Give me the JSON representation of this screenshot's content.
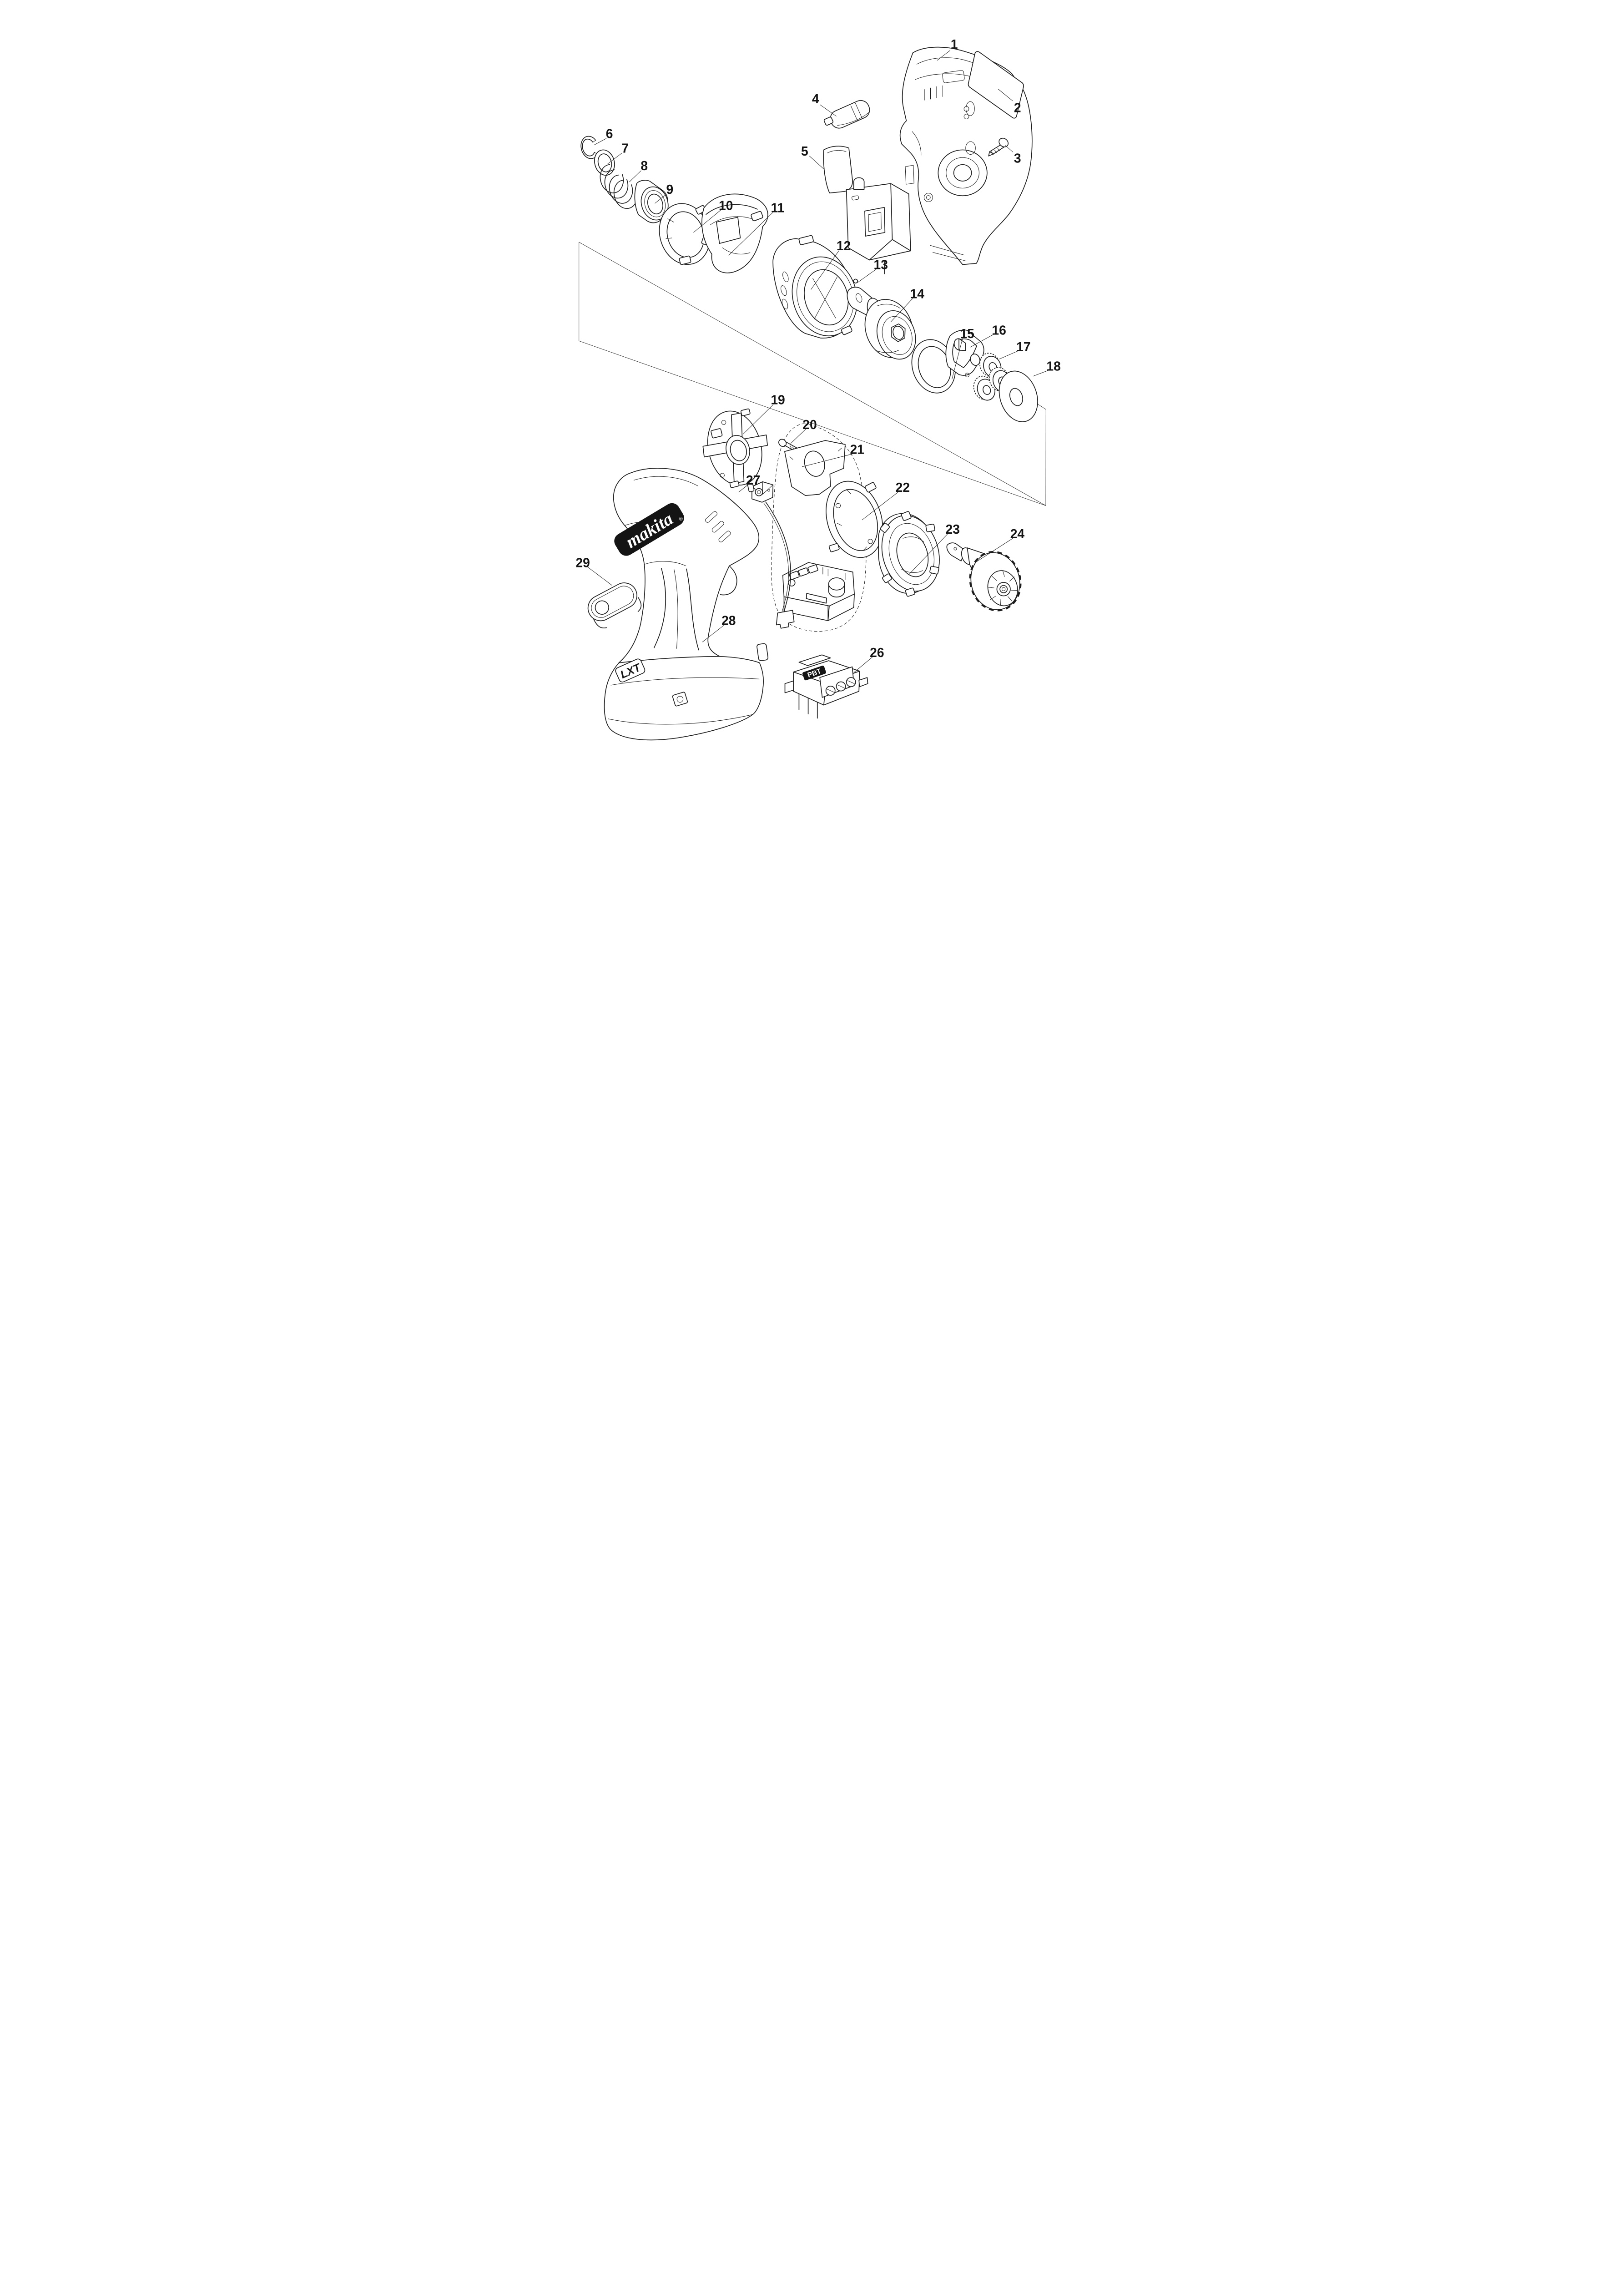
{
  "diagram": {
    "kind": "exploded-parts-diagram",
    "colors": {
      "line": "#1c1c1c",
      "background": "#ffffff"
    },
    "brand": {
      "logo": "makita",
      "registered": "®",
      "badge_lxt": "LXT",
      "marking_pbt": "PBT"
    },
    "callouts": [
      "1",
      "2",
      "3",
      "4",
      "5",
      "6",
      "7",
      "8",
      "9",
      "10",
      "11",
      "12",
      "13",
      "14",
      "15",
      "16",
      "17",
      "18",
      "19",
      "20",
      "21",
      "22",
      "23",
      "24",
      "26",
      "27",
      "28",
      "29"
    ]
  }
}
